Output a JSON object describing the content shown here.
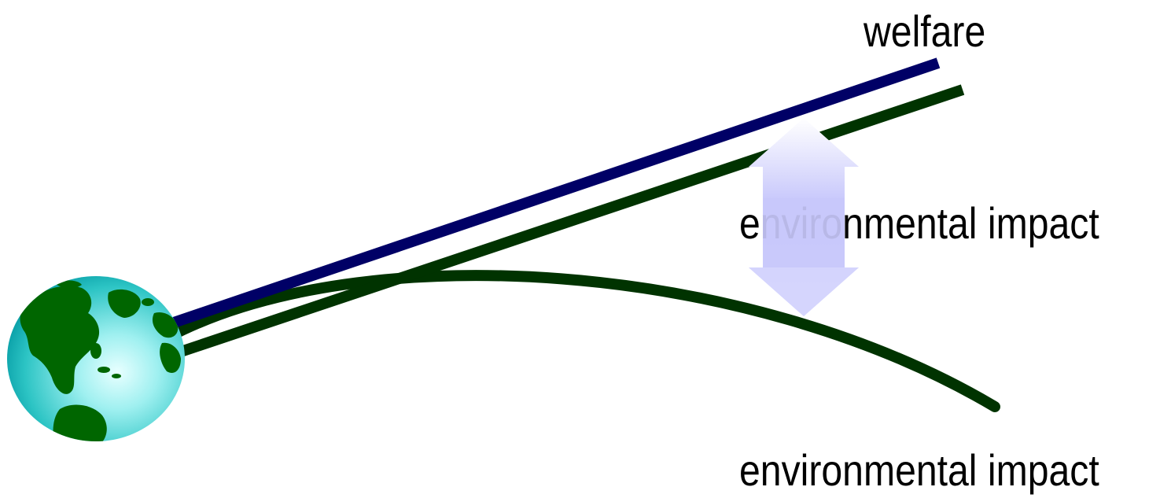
{
  "labels": {
    "welfare": "welfare",
    "environmental_impact_upper": "environmental impact",
    "environmental_impact_lower": "environmental impact"
  },
  "colors": {
    "welfare_line": "#000066",
    "impact_lines": "#003300",
    "arrow_fill": "#c8c8ff",
    "globe_ocean": "#3cc8c8",
    "globe_land": "#006600"
  },
  "icons": {
    "globe": "globe-icon",
    "arrow": "double-headed-arrow-icon"
  }
}
